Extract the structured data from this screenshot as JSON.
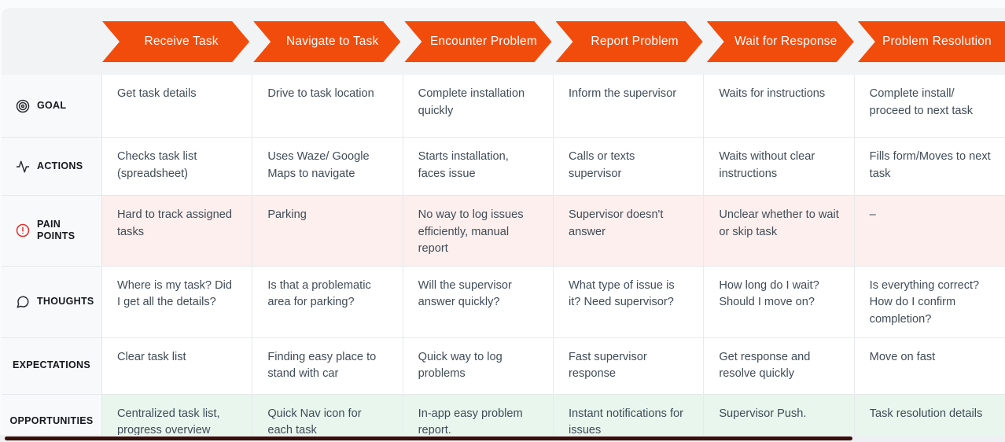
{
  "stages": [
    "Receive Task",
    "Navigate to Task",
    "Encounter Problem",
    "Report Problem",
    "Wait for Response",
    "Problem Resolution"
  ],
  "rows": [
    {
      "label": "GOAL",
      "icon": "target-icon",
      "cells": [
        "Get task details",
        "Drive to task location",
        "Complete installation quickly",
        "Inform the supervisor",
        "Waits for instructions",
        "Complete install/ proceed to next task"
      ]
    },
    {
      "label": "ACTIONS",
      "icon": "activity-icon",
      "cells": [
        "Checks task list (spreadsheet)",
        "Uses Waze/ Google Maps to navigate",
        "Starts installation, faces issue",
        "Calls or texts supervisor",
        "Waits without clear instructions",
        "Fills form/Moves to next task"
      ]
    },
    {
      "label": "PAIN POINTS",
      "icon": "alert-circle-icon",
      "cells": [
        "Hard to track assigned tasks",
        "Parking",
        "No way to log issues efficiently, manual report",
        "Supervisor doesn't answer",
        "Unclear whether to wait or skip task",
        "–"
      ]
    },
    {
      "label": "THOUGHTS",
      "icon": "message-circle-icon",
      "cells": [
        "Where is my task? Did I get all the details?",
        "Is that a problematic area for parking?",
        "Will the supervisor answer quickly?",
        "What type of issue is it? Need supervisor?",
        "How long do I wait? Should I move on?",
        "Is everything correct? How do I confirm completion?"
      ]
    },
    {
      "label": "EXPECTATIONS",
      "icon": null,
      "cells": [
        "Clear task list",
        "Finding easy place to stand with car",
        "Quick way to log problems",
        "Fast supervisor response",
        "Get response and resolve quickly",
        "Move on fast"
      ]
    },
    {
      "label": "OPPORTUNITIES",
      "icon": null,
      "cells": [
        "Centralized task list, progress overview",
        "Quick Nav icon for each task",
        "In-app easy problem report.",
        "Instant notifications for issues",
        "Supervisor Push.",
        "Task resolution details"
      ]
    }
  ],
  "colors": {
    "stage_arrow": "#f24c0c",
    "pain_row_bg": "#fcefed",
    "opportunity_row_bg": "#e8f6ee",
    "pain_icon_red": "#e02f2f",
    "band_bg": "#f2f3f5",
    "label_col_bg": "#f8f9fa",
    "cell_text": "#404c57",
    "scrollbar_thumb": "#38100a"
  }
}
